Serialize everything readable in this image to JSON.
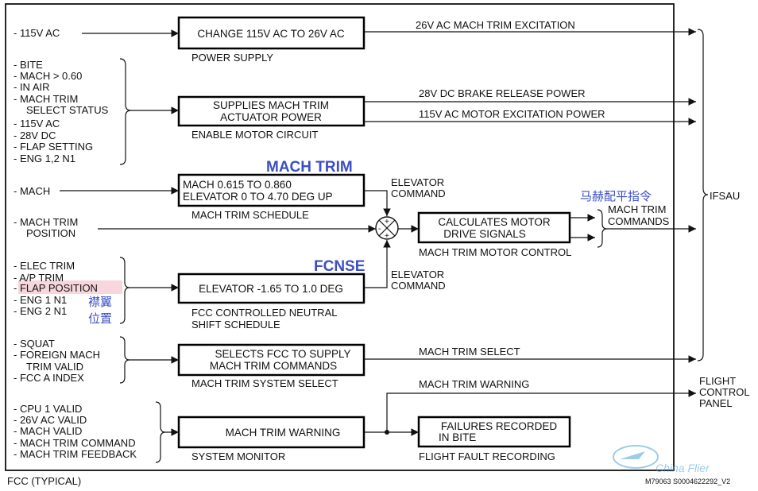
{
  "fcc_label": "FCC (TYPICAL)",
  "ifsau": "IFSAU",
  "flight_control_panel": [
    "FLIGHT",
    "CONTROL",
    "PANEL"
  ],
  "doc_id": "M79063 S0004622292_V2",
  "watermark": "China Flier",
  "rows": {
    "power": {
      "inputs": [
        "- 115V AC"
      ],
      "box": [
        "CHANGE 115V AC TO 26V AC"
      ],
      "caption": [
        "POWER SUPPLY"
      ],
      "output": "26V AC MACH TRIM EXCITATION"
    },
    "motor": {
      "inputs": [
        "- BITE",
        "- MACH > 0.60",
        "- IN AIR",
        "- MACH TRIM",
        "  SELECT STATUS",
        "- 115V AC",
        "- 28V DC",
        "- FLAP SETTING",
        "- ENG 1,2 N1"
      ],
      "box": [
        "SUPPLIES MACH TRIM",
        "ACTUATOR POWER"
      ],
      "caption": [
        "ENABLE MOTOR CIRCUIT"
      ],
      "outputs": [
        "28V DC BRAKE RELEASE POWER",
        "115V AC MOTOR EXCITATION POWER"
      ]
    },
    "schedule": {
      "heading": "MACH TRIM",
      "inputs": [
        "- MACH"
      ],
      "box": [
        "MACH 0.615 TO 0.860",
        "ELEVATOR 0 TO 4.70 DEG UP"
      ],
      "caption": [
        "MACH TRIM SCHEDULE"
      ],
      "elevator_command": [
        "ELEVATOR",
        "COMMAND"
      ]
    },
    "motor_control": {
      "inputs": [
        "- MACH TRIM",
        "  POSITION"
      ],
      "box": [
        "CALCULATES MOTOR",
        "DRIVE SIGNALS"
      ],
      "caption": [
        "MACH TRIM MOTOR CONTROL"
      ],
      "cn_note": "马赫配平指令",
      "output": [
        "MACH TRIM",
        "COMMANDS"
      ]
    },
    "neutral": {
      "heading": "FCNSE",
      "inputs": [
        "- ELEC TRIM",
        "- A/P TRIM",
        "- FLAP POSITION",
        "- ENG 1 N1",
        "- ENG 2 N1"
      ],
      "cn_note": [
        "襟翼",
        "位置"
      ],
      "box": [
        "ELEVATOR -1.65 TO 1.0 DEG"
      ],
      "caption": [
        "FCC CONTROLLED NEUTRAL",
        "SHIFT SCHEDULE"
      ],
      "elevator_command": [
        "ELEVATOR",
        "COMMAND"
      ]
    },
    "select": {
      "inputs": [
        "- SQUAT",
        "- FOREIGN MACH",
        "  TRIM VALID",
        "- FCC A INDEX"
      ],
      "box": [
        "SELECTS FCC TO SUPPLY",
        "MACH TRIM COMMANDS"
      ],
      "caption": [
        "MACH TRIM SYSTEM SELECT"
      ],
      "output": "MACH TRIM SELECT"
    },
    "monitor": {
      "inputs": [
        "- CPU 1 VALID",
        "- 26V AC VALID",
        "- MACH VALID",
        "- MACH TRIM COMMAND",
        "- MACH TRIM FEEDBACK"
      ],
      "box": [
        "MACH TRIM WARNING"
      ],
      "caption": [
        "SYSTEM MONITOR"
      ],
      "warning_output": "MACH TRIM WARNING",
      "fault_box": [
        "FAILURES RECORDED",
        "IN BITE"
      ],
      "fault_caption": [
        "FLIGHT FAULT RECORDING"
      ]
    }
  },
  "summing_signs": [
    "+",
    "+",
    "-"
  ],
  "colors": {
    "accent_blue": "#3b4fc4",
    "highlight_pink": "#f7d6dd",
    "line": "#111111"
  }
}
